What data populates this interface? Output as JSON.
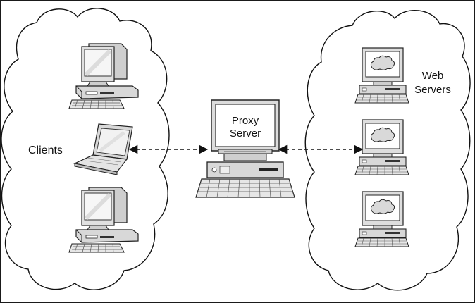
{
  "labels": {
    "clients": "Clients",
    "proxy_line1": "Proxy",
    "proxy_line2": "Server",
    "web_line1": "Web",
    "web_line2": "Servers"
  },
  "colors": {
    "frame": "#1a1a1a",
    "monitor_bezel": "#d6d6d6",
    "screen": "#f4f4f4",
    "cloud_icon": "#d9d9d9"
  },
  "icons": [
    "desktop-computer-icon",
    "laptop-icon",
    "proxy-server-icon",
    "web-server-icon",
    "cloud-icon",
    "double-headed-arrow"
  ]
}
